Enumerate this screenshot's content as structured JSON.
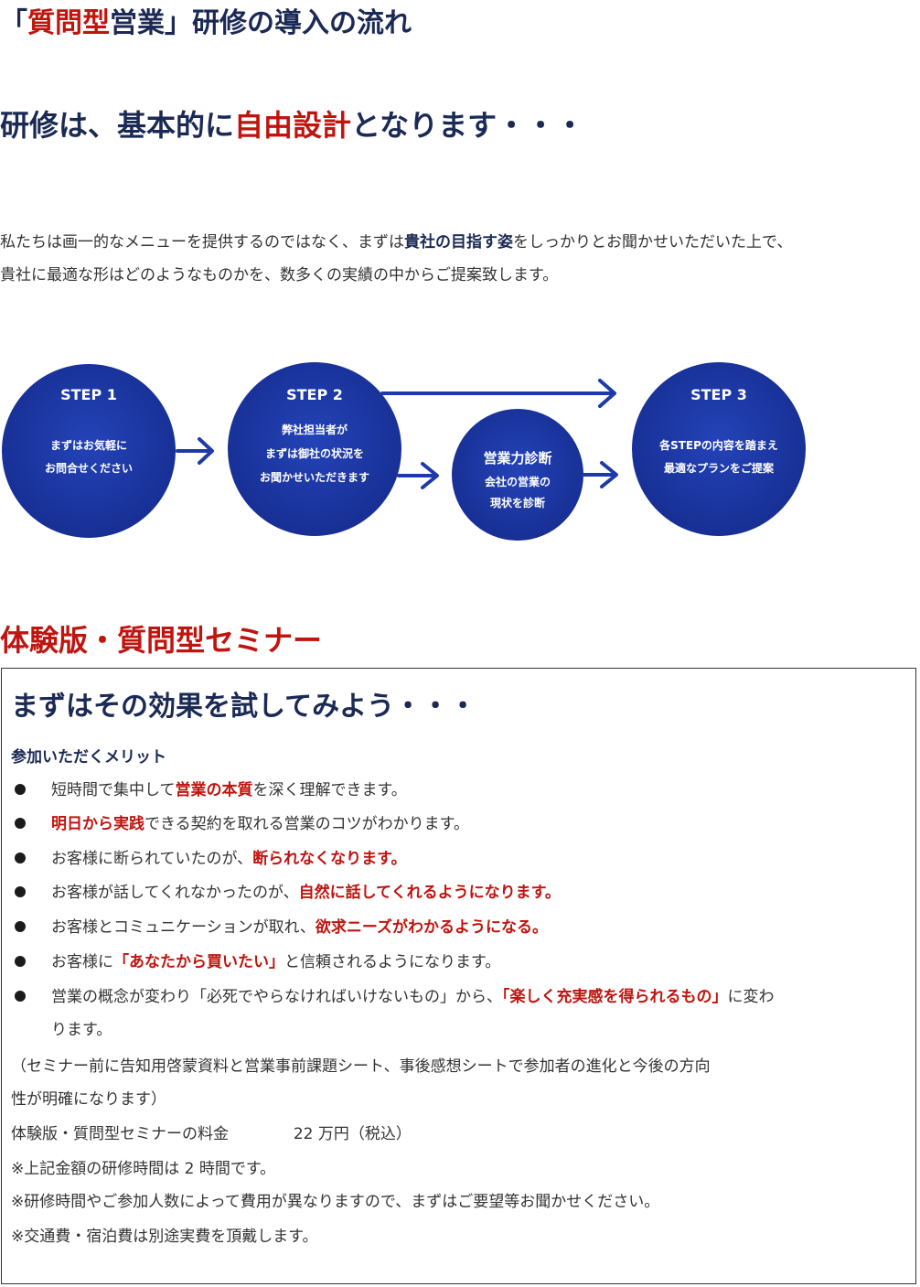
{
  "title1": {
    "open": "「",
    "highlight": "質問型",
    "rest": "営業」研修の導入の流れ"
  },
  "title2": {
    "pre": "研修は、基本的に",
    "highlight": "自由設計",
    "post": "となります・・・"
  },
  "intro": {
    "line1_pre": "私たちは画一的なメニューを提供するのではなく、まずは",
    "line1_bold": "貴社の目指す姿",
    "line1_post": "をしっかりとお聞かせいただいた上で、",
    "line2": "貴社に最適な形はどのようなものかを、数多くの実績の中からご提案致します。"
  },
  "flow": {
    "step1": {
      "title": "STEP 1",
      "line1": "まずはお気軽に",
      "line2": "お問合せください"
    },
    "step2": {
      "title": "STEP 2",
      "line1": "弊社担当者が",
      "line2": "まずは御社の状況を",
      "line3": "お聞かせいただきます"
    },
    "diagnosis": {
      "title": "営業力診断",
      "line1": "会社の営業の",
      "line2": "現状を診断"
    },
    "step3": {
      "title": "STEP 3",
      "line1": "各STEPの内容を踏まえ",
      "line2": "最適なプランをご提案"
    },
    "colors": {
      "circle": "#1e3aa8",
      "circle_edge": "#14288a",
      "arrow": "#1e3aa8"
    }
  },
  "title3": "体験版・質問型セミナー",
  "box": {
    "title": "まずはその効果を試してみよう・・・",
    "merit_heading": "参加いただくメリット",
    "bullets": [
      {
        "pre": "短時間で集中して",
        "bold": "営業の本質",
        "post": "を深く理解できます。"
      },
      {
        "pre": "",
        "bold": "明日から実践",
        "post": "できる契約を取れる営業のコツがわかります。"
      },
      {
        "pre": "お客様に断られていたのが、",
        "bold": "断られなくなります。",
        "post": ""
      },
      {
        "pre": "お客様が話してくれなかったのが、",
        "bold": "自然に話してくれるようになります。",
        "post": ""
      },
      {
        "pre": "お客様とコミュニケーションが取れ、",
        "bold": "欲求ニーズがわかるようになる。",
        "post": ""
      },
      {
        "pre": "お客様に",
        "bold": "「あなたから買いたい」",
        "post": "と信頼されるようになります。"
      },
      {
        "pre": "営業の概念が変わり「必死でやらなければいけないもの」から、",
        "bold": "「楽しく充実感を得られるもの」",
        "post": "に変わ",
        "cont": "ります。"
      }
    ],
    "note1": "（セミナー前に告知用啓蒙資料と営業事前課題シート、事後感想シートで参加者の進化と今後の方向",
    "note2": "性が明確になります）",
    "price_label": "体験版・質問型セミナーの料金",
    "price_value": "22 万円（税込）",
    "notes": [
      "※上記金額の研修時間は 2 時間です。",
      "※研修時間やご参加人数によって費用が異なりますので、まずはご要望等お聞かせください。",
      "※交通費・宿泊費は別途実費を頂戴します。"
    ]
  }
}
